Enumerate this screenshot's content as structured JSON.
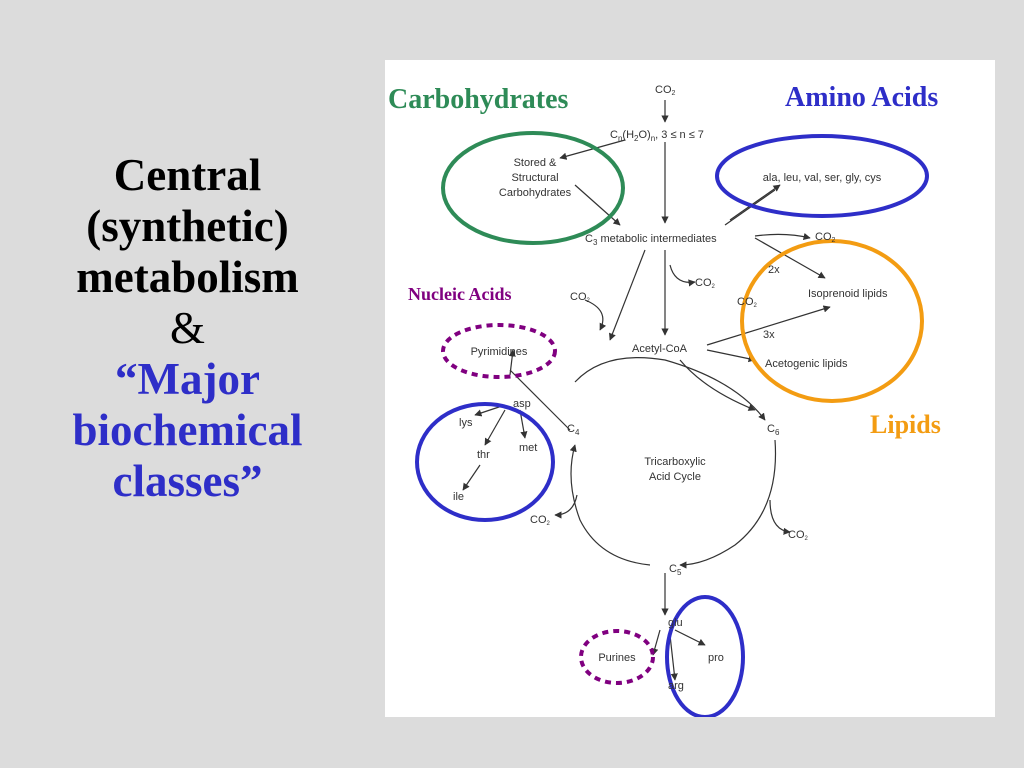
{
  "title": {
    "line1": "Central",
    "line2": "(synthetic)",
    "line3": "metabolism",
    "amp": "&",
    "line4": "“Major",
    "line5": "biochemical",
    "line6": "classes”"
  },
  "categories": {
    "carbohydrates": "Carbohydrates",
    "amino_acids": "Amino Acids",
    "nucleic_acids": "Nucleic Acids",
    "lipids": "Lipids"
  },
  "nodes": {
    "co2_top": "CO",
    "co2_top_sub": "2",
    "cn_formula": "C",
    "cn_sub": "n",
    "cn_mid": "(H",
    "cn_sub2": "2",
    "cn_rest": "O)",
    "cn_sub3": "n",
    "cn_tail": ", 3 ≤ n ≤ 7",
    "stored1": "Stored &",
    "stored2": "Structural",
    "stored3": "Carbohydrates",
    "amino_list": "ala, leu, val, ser, gly, cys",
    "c3": "C",
    "c3_sub": "3",
    "c3_text": " metabolic intermediates",
    "co2_c3": "CO",
    "co2_c3_sub": "2",
    "two_x": "2x",
    "three_x": "3x",
    "isoprenoid": "Isoprenoid lipids",
    "acetogenic": "Acetogenic lipids",
    "acetyl_coa": "Acetyl-CoA",
    "co2_acetyl": "CO",
    "co2_acetyl_sub": "2",
    "co2_left": "CO",
    "co2_left_sub": "2",
    "co2_lipid": "CO",
    "co2_lipid_sub": "2",
    "pyrimidines": "Pyrimidines",
    "asp": "asp",
    "lys": "lys",
    "thr": "thr",
    "met": "met",
    "ile": "ile",
    "c4": "C",
    "c4_sub": "4",
    "c6": "C",
    "c6_sub": "6",
    "tca1": "Tricarboxylic",
    "tca2": "Acid Cycle",
    "co2_tca_left": "CO",
    "co2_tca_left_sub": "2",
    "co2_tca_right": "CO",
    "co2_tca_right_sub": "2",
    "c5": "C",
    "c5_sub": "5",
    "glu": "glu",
    "pro": "pro",
    "arg": "arg",
    "purines": "Purines"
  },
  "colors": {
    "background": "#dcdcdc",
    "carbohydrates": "#2e8b57",
    "amino_acids": "#2e2ec8",
    "nucleic_acids": "#800080",
    "lipids": "#f39c12",
    "title_blue": "#2e2ec8"
  }
}
